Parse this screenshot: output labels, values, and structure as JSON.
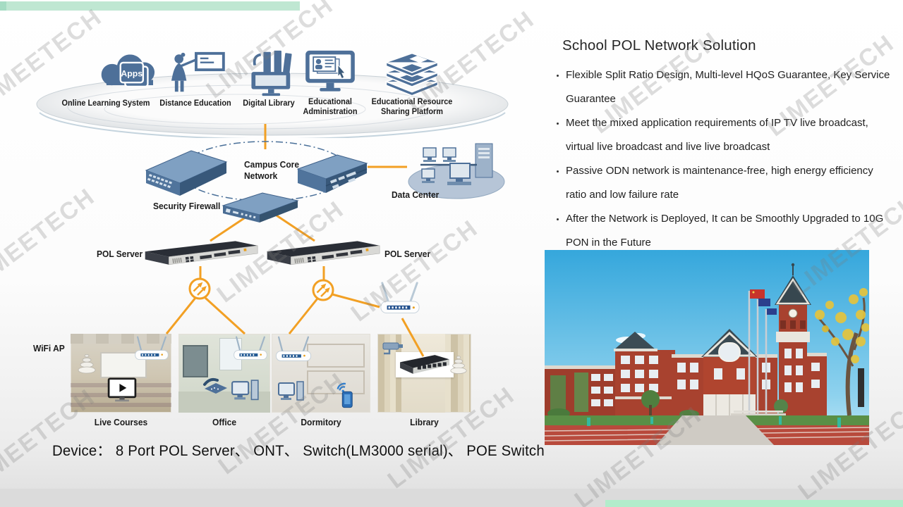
{
  "watermark": {
    "text": "LIMEETECH"
  },
  "diagram": {
    "apps_badge": "Apps",
    "cloud_services": [
      {
        "label": "Online Learning System",
        "icon": "cloud-apps-icon"
      },
      {
        "label": "Distance Education",
        "icon": "teacher-board-icon"
      },
      {
        "label": "Digital Library",
        "icon": "books-computer-icon"
      },
      {
        "label": "Educational Administration",
        "icon": "admin-monitor-icon"
      },
      {
        "label": "Educational Resource Sharing Platform",
        "icon": "stacked-books-icon"
      }
    ],
    "campus_core_label": "Campus Core Network",
    "security_firewall_label": "Security Firewall",
    "data_center_label": "Data Center",
    "pol_server_left_label": "POL Server",
    "pol_server_right_label": "POL Server",
    "wifi_ap_label": "WiFi AP",
    "locations": [
      {
        "label": "Live Courses"
      },
      {
        "label": "Office"
      },
      {
        "label": "Dormitory"
      },
      {
        "label": "Library"
      }
    ],
    "device_line": "Device： 8 Port POL Server、 ONT、 Switch(LM3000 serial)、 POE Switch"
  },
  "right_panel": {
    "title": "School POL Network Solution",
    "bullets": [
      "Flexible Split Ratio Design, Multi-level HQoS Guarantee, Key Service Guarantee",
      "Meet the mixed application requirements of IP TV live broadcast, virtual live broadcast and live live broadcast",
      "Passive ODN network is maintenance-free, high energy efficiency ratio and low failure rate",
      "After the Network is Deployed, It can be Smoothly Upgraded to 10G PON in the Future"
    ]
  },
  "colors": {
    "accent_orange": "#F2A024",
    "device_blue": "#4E7099",
    "top_bar_green": "#BFE7D2",
    "top_bar_accent": "#A5DCC3",
    "bottom_bar_green": "#B2ECCB",
    "photo_sky": "#3FA9DD",
    "photo_brick": "#A8422F"
  },
  "icons": [
    "cloud-apps-icon",
    "teacher-board-icon",
    "books-computer-icon",
    "admin-monitor-icon",
    "stacked-books-icon",
    "core-switch-icon",
    "firewall-icon",
    "data-center-icon",
    "pol-server-icon",
    "optical-splitter-icon",
    "ont-router-icon",
    "wifi-ap-router-icon",
    "wifi-cone-icon",
    "play-monitor-icon",
    "desk-phone-icon",
    "desktop-pc-icon",
    "cctv-camera-icon",
    "poe-switch-icon",
    "smartphone-wifi-icon"
  ]
}
